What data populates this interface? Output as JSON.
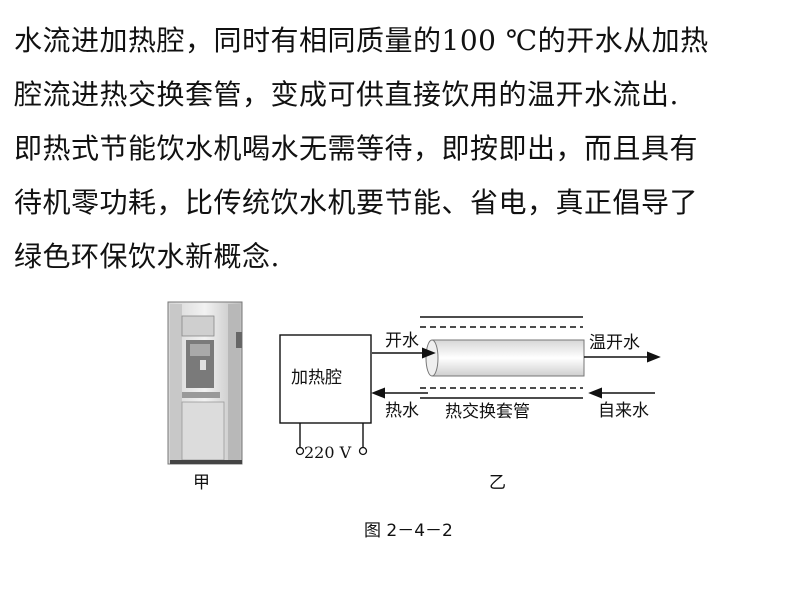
{
  "text": {
    "lines": [
      "水流进加热腔，同时有相同质量的100 ℃的开水从加热",
      "腔流进热交换套管，变成可供直接饮用的温开水流出.",
      "即热式节能饮水机喝水无需等待，即按即出，而且具有",
      "待机零功耗，比传统饮水机要节能、省电，真正倡导了",
      "绿色环保饮水新概念."
    ]
  },
  "figure": {
    "machine_label": "甲",
    "diagram_label": "乙",
    "heater_label": "加热腔",
    "boiling_water_label": "开水",
    "warm_water_label": "温开水",
    "hot_water_label": "热水",
    "tap_water_label": "自来水",
    "exchanger_label": "热交换套管",
    "voltage_label": "220 V",
    "caption": "图 2－4－2"
  }
}
